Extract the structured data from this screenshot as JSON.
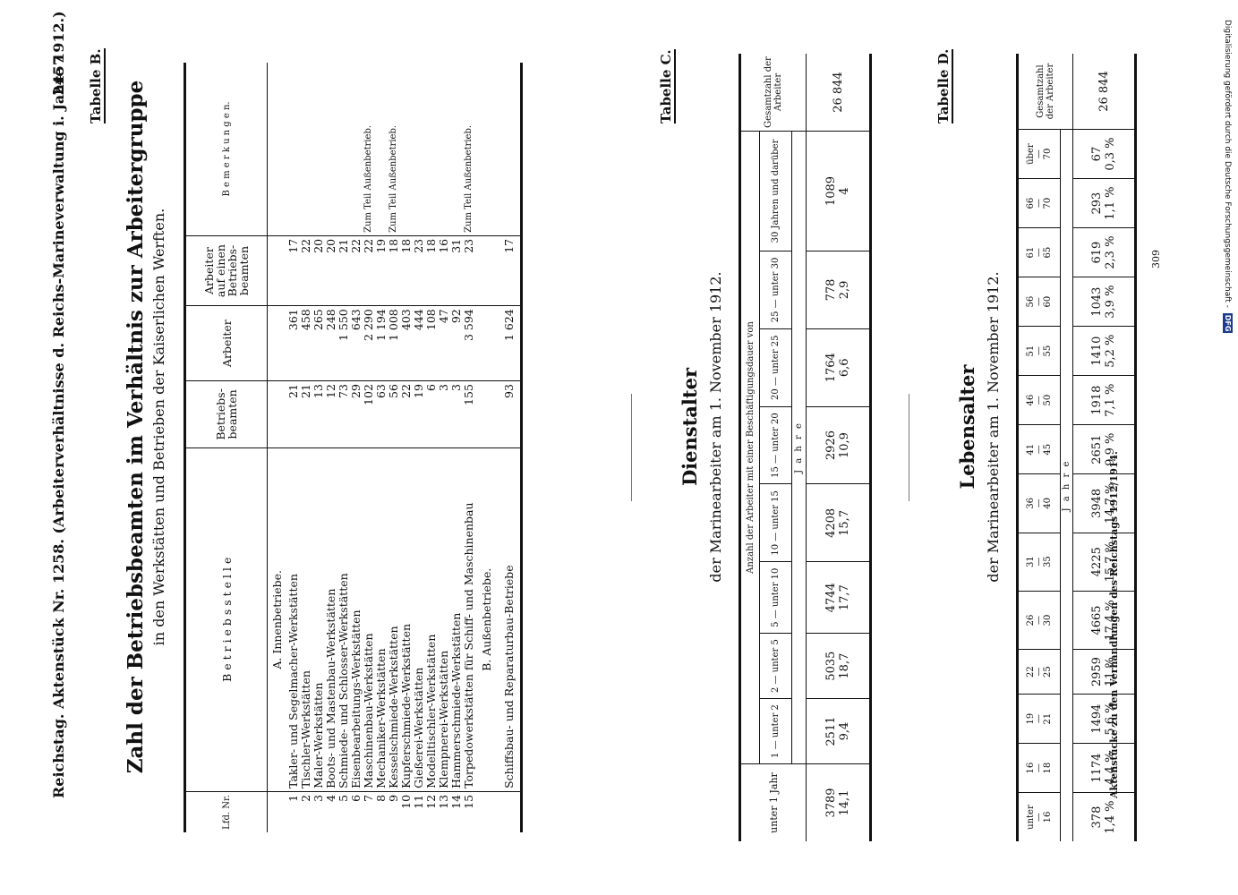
{
  "header": {
    "left": "Reichstag. Aktenstück Nr. 1258. (Arbeiterverhältnisse d. Reichs-Marineverwaltung i. Jahre 1912.)",
    "page_number": "2457"
  },
  "table_b": {
    "label": "Tabelle B.",
    "title": "Zahl der Betriebsbeamten im Verhältnis zur Arbeitergruppe",
    "subtitle": "in den Werkstätten und Betrieben der Kaiserlichen Werften.",
    "col_nr": "Lfd. Nr.",
    "col_stelle": "B e t r i e b s s t e l l e",
    "col_beamten": "Betriebs-beamten",
    "col_arbeiter": "Arbeiter",
    "col_ratio": "Arbeiter auf einen Betriebs-beamten",
    "col_bemerk": "B e m e r k u n g e n.",
    "section_a": "A. Innenbetriebe.",
    "rows": [
      {
        "nr": "1",
        "name": "Takler- und Segelmacher-Werkstätten",
        "beamte": "21",
        "arbeiter": "361",
        "ratio": "17",
        "bemerkung": ""
      },
      {
        "nr": "2",
        "name": "Tischler-Werkstätten",
        "beamte": "21",
        "arbeiter": "458",
        "ratio": "22",
        "bemerkung": ""
      },
      {
        "nr": "3",
        "name": "Maler-Werkstätten",
        "beamte": "13",
        "arbeiter": "265",
        "ratio": "20",
        "bemerkung": ""
      },
      {
        "nr": "4",
        "name": "Boots- und Mastenbau-Werkstätten",
        "beamte": "12",
        "arbeiter": "248",
        "ratio": "20",
        "bemerkung": ""
      },
      {
        "nr": "5",
        "name": "Schmiede- und Schlosser-Werkstätten",
        "beamte": "73",
        "arbeiter": "1 550",
        "ratio": "21",
        "bemerkung": ""
      },
      {
        "nr": "6",
        "name": "Eisenbearbeitungs-Werkstätten",
        "beamte": "29",
        "arbeiter": "643",
        "ratio": "22",
        "bemerkung": ""
      },
      {
        "nr": "7",
        "name": "Maschinenbau-Werkstätten",
        "beamte": "102",
        "arbeiter": "2 290",
        "ratio": "22",
        "bemerkung": "Zum Teil Außenbetrieb."
      },
      {
        "nr": "8",
        "name": "Mechaniker-Werkstätten",
        "beamte": "63",
        "arbeiter": "1 194",
        "ratio": "19",
        "bemerkung": ""
      },
      {
        "nr": "9",
        "name": "Kesselschmiede-Werkstätten",
        "beamte": "56",
        "arbeiter": "1 008",
        "ratio": "18",
        "bemerkung": "Zum Teil Außenbetrieb."
      },
      {
        "nr": "10",
        "name": "Kupferschmiede-Werkstätten",
        "beamte": "22",
        "arbeiter": "403",
        "ratio": "18",
        "bemerkung": ""
      },
      {
        "nr": "11",
        "name": "Gießerei-Werkstätten",
        "beamte": "19",
        "arbeiter": "444",
        "ratio": "23",
        "bemerkung": ""
      },
      {
        "nr": "12",
        "name": "Modelltischler-Werkstätten",
        "beamte": "6",
        "arbeiter": "108",
        "ratio": "18",
        "bemerkung": ""
      },
      {
        "nr": "13",
        "name": "Klempnerei-Werkstätten",
        "beamte": "3",
        "arbeiter": "47",
        "ratio": "16",
        "bemerkung": ""
      },
      {
        "nr": "14",
        "name": "Hammerschmiede-Werkstätten",
        "beamte": "3",
        "arbeiter": "92",
        "ratio": "31",
        "bemerkung": ""
      },
      {
        "nr": "15",
        "name": "Torpedowerkstätten für Schiff- und Maschinenbau",
        "beamte": "155",
        "arbeiter": "3 594",
        "ratio": "23",
        "bemerkung": "Zum Teil Außenbetrieb."
      }
    ],
    "section_b": "B. Außenbetriebe.",
    "row_b": {
      "name": "Schiffsbau- und Reparaturbau-Betriebe",
      "beamte": "93",
      "arbeiter": "1 624",
      "ratio": "17"
    }
  },
  "table_c": {
    "label": "Tabelle C.",
    "title": "Dienstalter",
    "subtitle": "der Marinearbeiter am 1. November 1912.",
    "group_header": "Anzahl der Arbeiter mit einer Beschäftigungsdauer von",
    "jahre": "J a h r e",
    "total_header": "Gesamtzahl der Arbeiter",
    "cols": [
      "unter 1 Jahr",
      "1 — unter 2",
      "2 — unter 5",
      "5 — unter 10",
      "10 — unter 15",
      "15 — unter 20",
      "20 — unter 25",
      "25 — unter 30",
      "30 Jahren und darüber"
    ],
    "counts": [
      "3789",
      "2511",
      "5035",
      "4744",
      "4208",
      "2926",
      "1764",
      "778",
      "1089"
    ],
    "percents": [
      "14,1",
      "9,4",
      "18,7",
      "17,7",
      "15,7",
      "10,9",
      "6,6",
      "2,9",
      "4"
    ],
    "total": "26 844"
  },
  "table_d": {
    "label": "Tabelle D.",
    "title": "Lebensalter",
    "subtitle": "der Marinearbeiter am 1. November 1912.",
    "jahre": "J a h r e",
    "total_header": "Gesamtzahl der Arbeiter",
    "cols": [
      {
        "top": "unter",
        "bot": "16"
      },
      {
        "top": "16",
        "bot": "18"
      },
      {
        "top": "19",
        "bot": "21"
      },
      {
        "top": "22",
        "bot": "25"
      },
      {
        "top": "26",
        "bot": "30"
      },
      {
        "top": "31",
        "bot": "35"
      },
      {
        "top": "36",
        "bot": "40"
      },
      {
        "top": "41",
        "bot": "45"
      },
      {
        "top": "46",
        "bot": "50"
      },
      {
        "top": "51",
        "bot": "55"
      },
      {
        "top": "56",
        "bot": "60"
      },
      {
        "top": "61",
        "bot": "65"
      },
      {
        "top": "66",
        "bot": "70"
      },
      {
        "top": "über",
        "bot": "70"
      }
    ],
    "counts": [
      "378",
      "1174",
      "1494",
      "2959",
      "4665",
      "4225",
      "3948",
      "2651",
      "1918",
      "1410",
      "1043",
      "619",
      "293",
      "67"
    ],
    "percents": [
      "1,4 %",
      "4,4 %",
      "5,6 %",
      "11 %",
      "17,4 %",
      "15,7 %",
      "14,7 %",
      "9,9 %",
      "7,1 %",
      "5,2 %",
      "3,9 %",
      "2,3 %",
      "1,1 %",
      "0,3 %"
    ],
    "total": "26 844"
  },
  "footer": {
    "left": "Aktenstücke zu den Verhandlungen des Reichstags 1912/1914.",
    "page": "309"
  },
  "side": {
    "digitization": "Digitalisierung gefördert durch die Deutsche Forschungsgemeinschaft -",
    "dfg": "DFG"
  }
}
